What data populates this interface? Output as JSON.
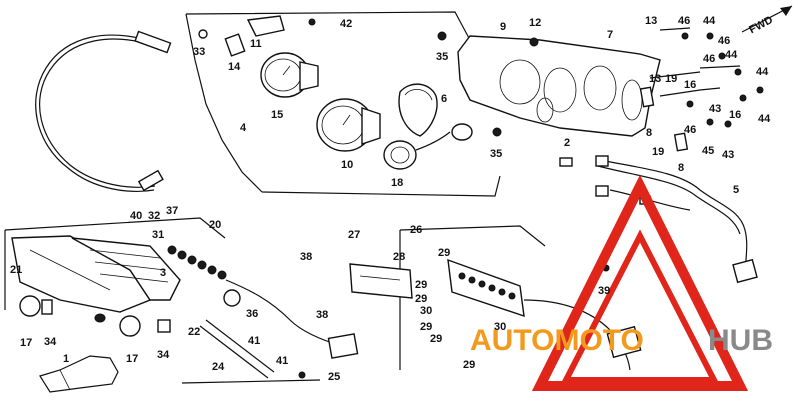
{
  "watermark": {
    "brand_left": "AUTOMOTO",
    "brand_right": "HUB",
    "color_red": "#e0261b",
    "color_orange": "#f39a1e",
    "color_gray": "#8a8a8a"
  },
  "direction_label": "FWD",
  "callouts": [
    {
      "id": "c42",
      "text": "42"
    },
    {
      "id": "c11",
      "text": "11"
    },
    {
      "id": "c33",
      "text": "33"
    },
    {
      "id": "c14",
      "text": "14"
    },
    {
      "id": "c15",
      "text": "15"
    },
    {
      "id": "c4",
      "text": "4"
    },
    {
      "id": "c10",
      "text": "10"
    },
    {
      "id": "c6",
      "text": "6"
    },
    {
      "id": "c18",
      "text": "18"
    },
    {
      "id": "c35a",
      "text": "35"
    },
    {
      "id": "c9",
      "text": "9"
    },
    {
      "id": "c12",
      "text": "12"
    },
    {
      "id": "c7",
      "text": "7"
    },
    {
      "id": "c13a",
      "text": "13"
    },
    {
      "id": "c46a",
      "text": "46"
    },
    {
      "id": "c44a",
      "text": "44"
    },
    {
      "id": "c46b",
      "text": "46"
    },
    {
      "id": "c44b",
      "text": "44"
    },
    {
      "id": "c46c",
      "text": "46"
    },
    {
      "id": "c44c",
      "text": "44"
    },
    {
      "id": "c13b",
      "text": "13"
    },
    {
      "id": "c19a",
      "text": "19"
    },
    {
      "id": "c16a",
      "text": "16"
    },
    {
      "id": "c43a",
      "text": "43"
    },
    {
      "id": "c16b",
      "text": "16"
    },
    {
      "id": "c44d",
      "text": "44"
    },
    {
      "id": "c8a",
      "text": "8"
    },
    {
      "id": "c46d",
      "text": "46"
    },
    {
      "id": "c45",
      "text": "45"
    },
    {
      "id": "c43b",
      "text": "43"
    },
    {
      "id": "c35b",
      "text": "35"
    },
    {
      "id": "c2",
      "text": "2"
    },
    {
      "id": "c19b",
      "text": "19"
    },
    {
      "id": "c8b",
      "text": "8"
    },
    {
      "id": "c5",
      "text": "5"
    },
    {
      "id": "c40",
      "text": "40"
    },
    {
      "id": "c32",
      "text": "32"
    },
    {
      "id": "c37",
      "text": "37"
    },
    {
      "id": "c31",
      "text": "31"
    },
    {
      "id": "c20",
      "text": "20"
    },
    {
      "id": "c21",
      "text": "21"
    },
    {
      "id": "c3",
      "text": "3"
    },
    {
      "id": "c38a",
      "text": "38"
    },
    {
      "id": "c27",
      "text": "27"
    },
    {
      "id": "c28",
      "text": "28"
    },
    {
      "id": "c26",
      "text": "26"
    },
    {
      "id": "c29a",
      "text": "29"
    },
    {
      "id": "c29b",
      "text": "29"
    },
    {
      "id": "c29c",
      "text": "29"
    },
    {
      "id": "c30a",
      "text": "30"
    },
    {
      "id": "c29d",
      "text": "29"
    },
    {
      "id": "c29e",
      "text": "29"
    },
    {
      "id": "c29f",
      "text": "29"
    },
    {
      "id": "c30b",
      "text": "30"
    },
    {
      "id": "c39",
      "text": "39"
    },
    {
      "id": "c36",
      "text": "36"
    },
    {
      "id": "c38b",
      "text": "38"
    },
    {
      "id": "c41a",
      "text": "41"
    },
    {
      "id": "c34a",
      "text": "34"
    },
    {
      "id": "c17a",
      "text": "17"
    },
    {
      "id": "c34b",
      "text": "34"
    },
    {
      "id": "c17b",
      "text": "17"
    },
    {
      "id": "c1",
      "text": "1"
    },
    {
      "id": "c24",
      "text": "24"
    },
    {
      "id": "c41b",
      "text": "41"
    },
    {
      "id": "c25",
      "text": "25"
    },
    {
      "id": "c22",
      "text": "22"
    }
  ]
}
